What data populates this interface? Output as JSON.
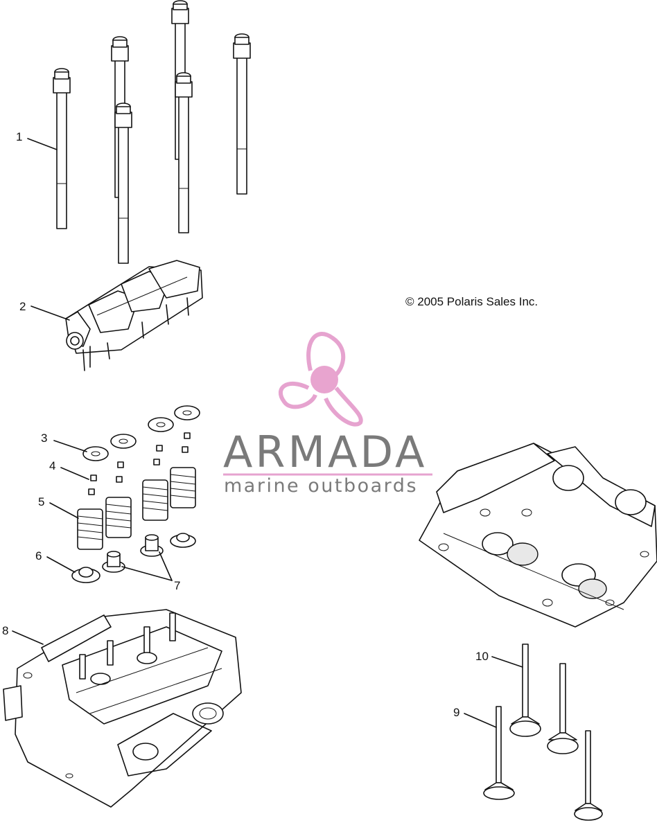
{
  "copyright": "© 2005 Polaris Sales Inc.",
  "watermark": {
    "name": "ARMADA",
    "tagline": "marine outboards",
    "colors": {
      "propeller": "#e6a3cf",
      "hub": "#e8a4cf",
      "text": "#7a7a7a"
    }
  },
  "callouts": [
    {
      "id": "1",
      "label": "1"
    },
    {
      "id": "2",
      "label": "2"
    },
    {
      "id": "3",
      "label": "3"
    },
    {
      "id": "4",
      "label": "4"
    },
    {
      "id": "5",
      "label": "5"
    },
    {
      "id": "6",
      "label": "6"
    },
    {
      "id": "7",
      "label": "7"
    },
    {
      "id": "8",
      "label": "8"
    },
    {
      "id": "9",
      "label": "9"
    },
    {
      "id": "10",
      "label": "10"
    }
  ]
}
